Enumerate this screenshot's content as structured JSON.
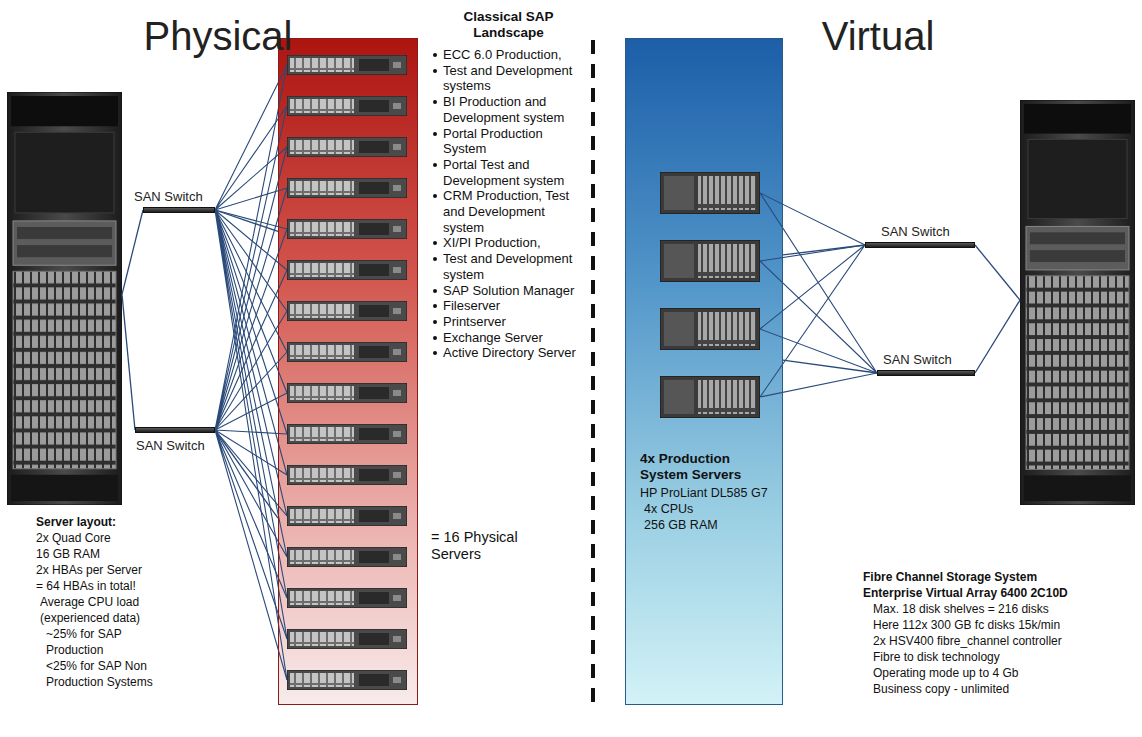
{
  "diagram": {
    "nodes": [
      {
        "text": [
          "Server layout:",
          "2x Quad Core",
          "16 GB RAM",
          "2x HBAs per Server",
          "= 64 HBAs in total!",
          "Average CPU load (experienced data)",
          "~25% for SAP Production",
          "<25% for SAP Non Production Systems"
        ]
      },
      {
        "text": [
          "SAN Switch"
        ]
      },
      {
        "text": [
          "SAN Switch"
        ]
      },
      {
        "text": [
          "Classical SAP Landscape",
          "ECC 6.0 Production,",
          "Test and Development systems",
          "BI Production and Development system",
          "Portal Production System",
          "Portal Test and Development system",
          "CRM Production, Test and Development system",
          "XI/PI Production,",
          "Test and Development system",
          "SAP Solution Manager",
          "Fileserver",
          "Printserver",
          "Exchange Server",
          "Active Directory Server",
          "= 16 Physical Servers"
        ]
      },
      {
        "text": [
          "4x Production System Servers",
          "HP ProLiant DL585 G7",
          "4x CPUs",
          "256 GB RAM"
        ]
      },
      {
        "text": [
          "SAN Switch"
        ]
      },
      {
        "text": [
          "SAN Switch"
        ]
      },
      {
        "text": [
          "Fibre Channel Storage System",
          "Enterprise Virtual Array 6400 2C10D",
          "Max. 18 disk shelves = 216 disks",
          "Here 112x 300 GB fc disks 15k/min",
          "2x HSV400 fibre_channel controller",
          "Fibre to disk technology",
          "Operating mode up to 4 Gb",
          "Business copy - unlimited"
        ]
      }
    ],
    "edges": [
      {
        "from": 0,
        "to": 1,
        "arrow": "none"
      },
      {
        "from": 0,
        "to": 2,
        "arrow": "none"
      },
      {
        "from": 1,
        "to": 3,
        "arrow": "none"
      },
      {
        "from": 2,
        "to": 3,
        "arrow": "none"
      },
      {
        "from": 4,
        "to": 5,
        "arrow": "none"
      },
      {
        "from": 4,
        "to": 6,
        "arrow": "none"
      },
      {
        "from": 5,
        "to": 7,
        "arrow": "none"
      },
      {
        "from": 6,
        "to": 7,
        "arrow": "none"
      }
    ],
    "labels": [
      "Physical",
      "Virtual"
    ]
  }
}
